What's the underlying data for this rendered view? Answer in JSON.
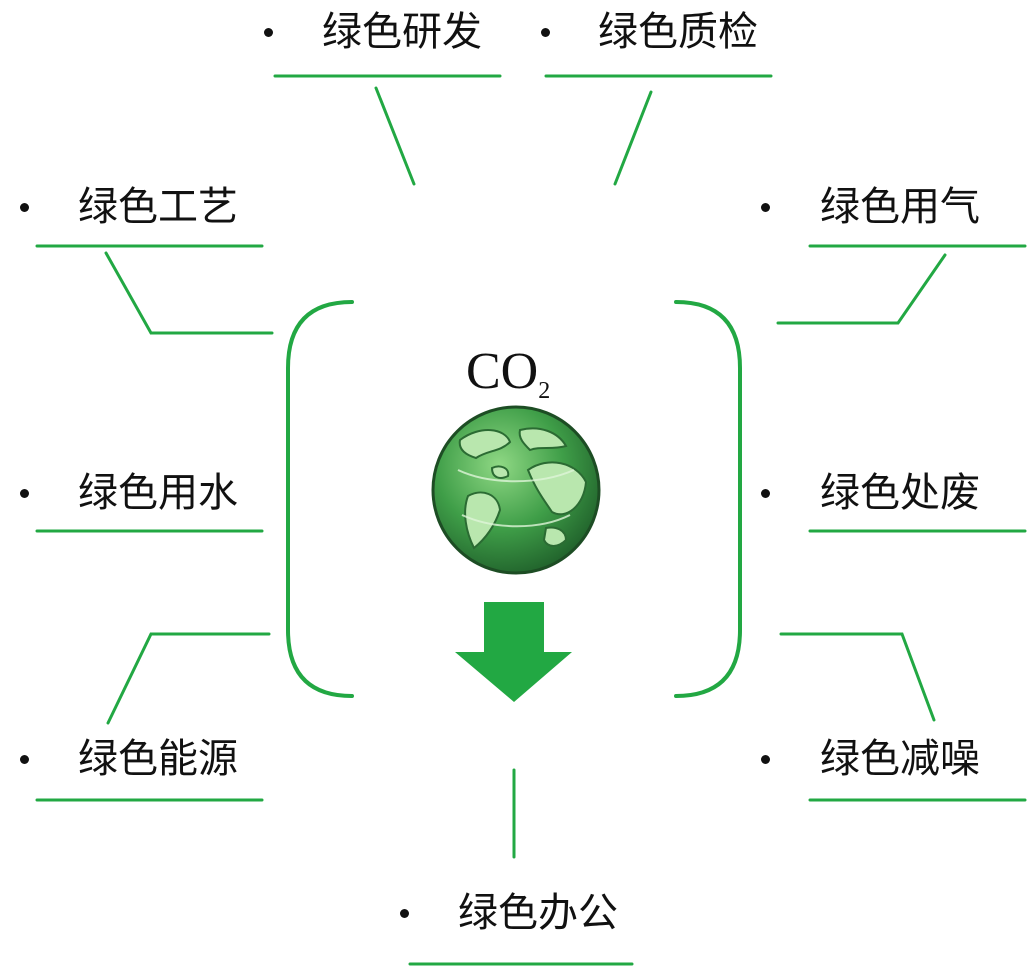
{
  "colors": {
    "accent": "#22a843",
    "dark_green": "#2f7d3a",
    "globe_light": "#7ccf72",
    "globe_dark": "#2e8a3c",
    "text": "#111111"
  },
  "center": {
    "co2_main": "CO",
    "co2_sub": "2",
    "globe_icon": "earth-globe-icon",
    "arrow_icon": "down-arrow-icon"
  },
  "items": {
    "rd": "绿色研发",
    "qc": "绿色质检",
    "process": "绿色工艺",
    "gas": "绿色用气",
    "water": "绿色用水",
    "waste": "绿色处废",
    "energy": "绿色能源",
    "noise": "绿色减噪",
    "office": "绿色办公"
  }
}
